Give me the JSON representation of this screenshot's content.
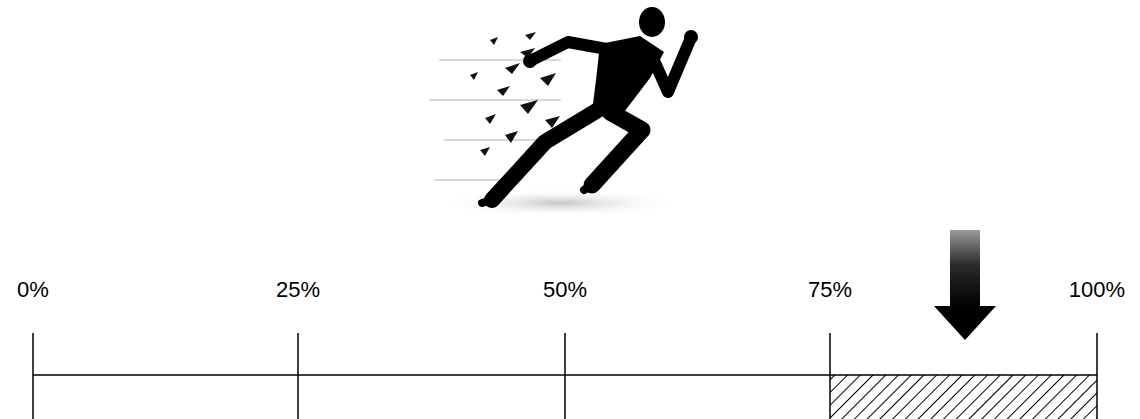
{
  "diagram": {
    "labels": [
      "0%",
      "25%",
      "50%",
      "75%",
      "100%"
    ]
  }
}
